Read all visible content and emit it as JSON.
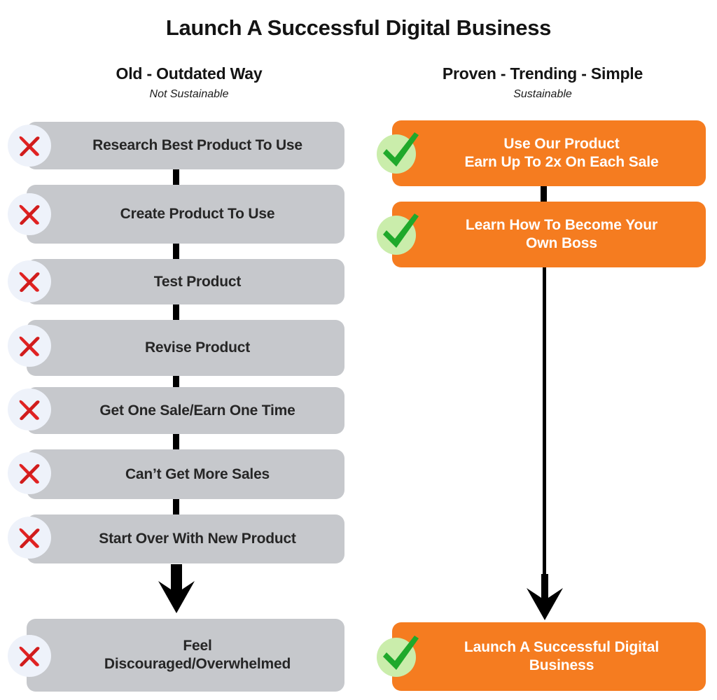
{
  "title": "Launch A Successful Digital Business",
  "columns": {
    "left": {
      "heading": "Old - Outdated Way",
      "subheading": "Not Sustainable",
      "marker_icon": "red-x-icon",
      "box_color": "#c6c8cc",
      "text_color": "#262626",
      "steps": [
        {
          "line1": "Research Best Product To Use",
          "line2": ""
        },
        {
          "line1": "Create Product To Use",
          "line2": ""
        },
        {
          "line1": "Test Product",
          "line2": ""
        },
        {
          "line1": "Revise Product",
          "line2": ""
        },
        {
          "line1": "Get One Sale/Earn One Time",
          "line2": ""
        },
        {
          "line1": "Can’t Get More Sales",
          "line2": ""
        },
        {
          "line1": "Start Over With New Product",
          "line2": ""
        }
      ],
      "outcome": {
        "line1": "Feel",
        "line2": "Discouraged/Overwhelmed"
      }
    },
    "right": {
      "heading": "Proven - Trending - Simple",
      "subheading": "Sustainable",
      "marker_icon": "green-check-icon",
      "box_color": "#f57c20",
      "text_color": "#ffffff",
      "steps": [
        {
          "line1": "Use Our Product",
          "line2": "Earn Up To 2x On Each Sale"
        },
        {
          "line1": "Learn How To Become Your",
          "line2": "Own Boss"
        }
      ],
      "outcome": {
        "line1": "Launch A Successful Digital",
        "line2": "Business"
      }
    }
  },
  "connectors": {
    "dash_color": "#000000",
    "arrow_color": "#000000"
  }
}
